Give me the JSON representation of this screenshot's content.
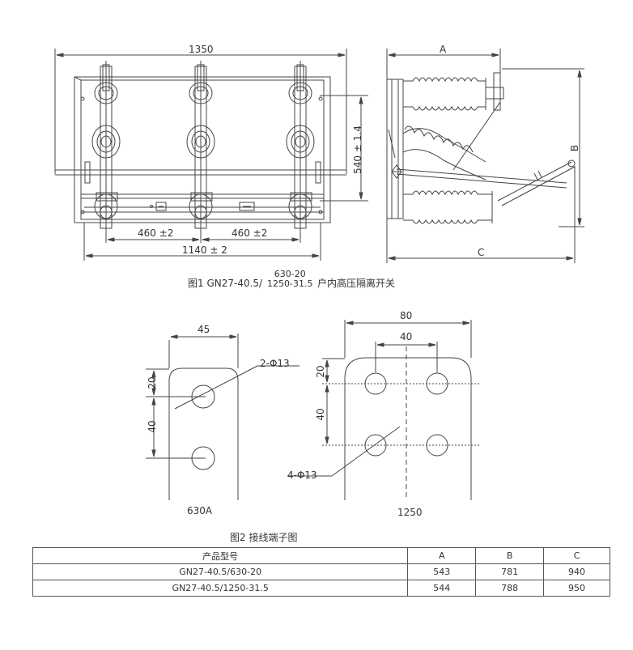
{
  "fig1": {
    "dims": {
      "overall_width": "1350",
      "pitch_left": "460 ±2",
      "pitch_right": "460 ±2",
      "mount_width": "1140 ± 2",
      "height": "540 ± 1.4",
      "side_A": "A",
      "side_B": "B",
      "side_C": "C"
    },
    "caption": {
      "prefix": "图1 GN27-40.5/",
      "frac_top": "630-20",
      "frac_bottom": "1250-31.5",
      "suffix": "户内高压隔离开关"
    }
  },
  "fig2": {
    "left": {
      "width": "45",
      "dim_20": "20",
      "dim_40": "40",
      "hole_label": "2-Φ13",
      "label": "630A"
    },
    "right": {
      "width_80": "80",
      "width_40": "40",
      "dim_20": "20",
      "dim_40": "40",
      "hole_label": "4-Φ13",
      "label": "1250"
    },
    "caption": "图2 接线端子图"
  },
  "table": {
    "headers": [
      "产品型号",
      "A",
      "B",
      "C"
    ],
    "rows": [
      [
        "GN27-40.5/630-20",
        "543",
        "781",
        "940"
      ],
      [
        "GN27-40.5/1250-31.5",
        "544",
        "788",
        "950"
      ]
    ]
  }
}
